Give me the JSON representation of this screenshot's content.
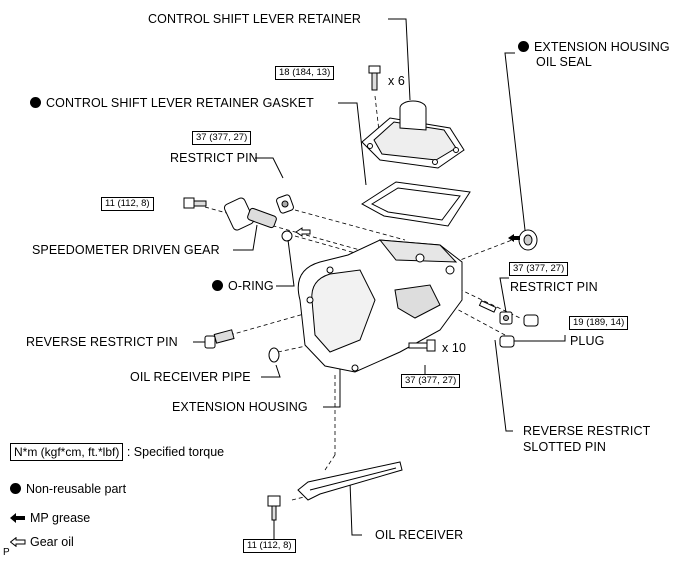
{
  "labels": {
    "control_shift_lever_retainer": "CONTROL SHIFT LEVER RETAINER",
    "control_shift_lever_retainer_gasket": "CONTROL SHIFT LEVER RETAINER GASKET",
    "restrict_pin_left": "RESTRICT PIN",
    "speedometer_driven_gear": "SPEEDOMETER DRIVEN GEAR",
    "o_ring": "O-RING",
    "reverse_restrict_pin": "REVERSE RESTRICT PIN",
    "oil_receiver_pipe": "OIL RECEIVER PIPE",
    "extension_housing": "EXTENSION HOUSING",
    "extension_housing_oil_seal_line1": "EXTENSION HOUSING",
    "extension_housing_oil_seal_line2": "OIL SEAL",
    "restrict_pin_right": "RESTRICT PIN",
    "plug": "PLUG",
    "reverse_restrict_slotted_pin_line1": "REVERSE RESTRICT",
    "reverse_restrict_slotted_pin_line2": "SLOTTED PIN",
    "oil_receiver": "OIL RECEIVER"
  },
  "torques": {
    "retainer_bolts": "18 (184, 13)",
    "restrict_pin_left": "37 (377, 27)",
    "speedometer_bolt": "11 (112, 8)",
    "restrict_pin_right": "37 (377, 27)",
    "plug": "19 (189, 14)",
    "housing_bolts": "37 (377, 27)",
    "oil_receiver_bolt": "11 (112, 8)"
  },
  "quantities": {
    "retainer_bolts": "x 6",
    "housing_bolts": "x 10"
  },
  "legend": {
    "torque_box": "N*m (kgf*cm, ft.*lbf)",
    "torque_text": ": Specified torque",
    "non_reusable": "Non-reusable part",
    "mp_grease": "MP grease",
    "gear_oil": "Gear oil"
  },
  "marker": "P"
}
